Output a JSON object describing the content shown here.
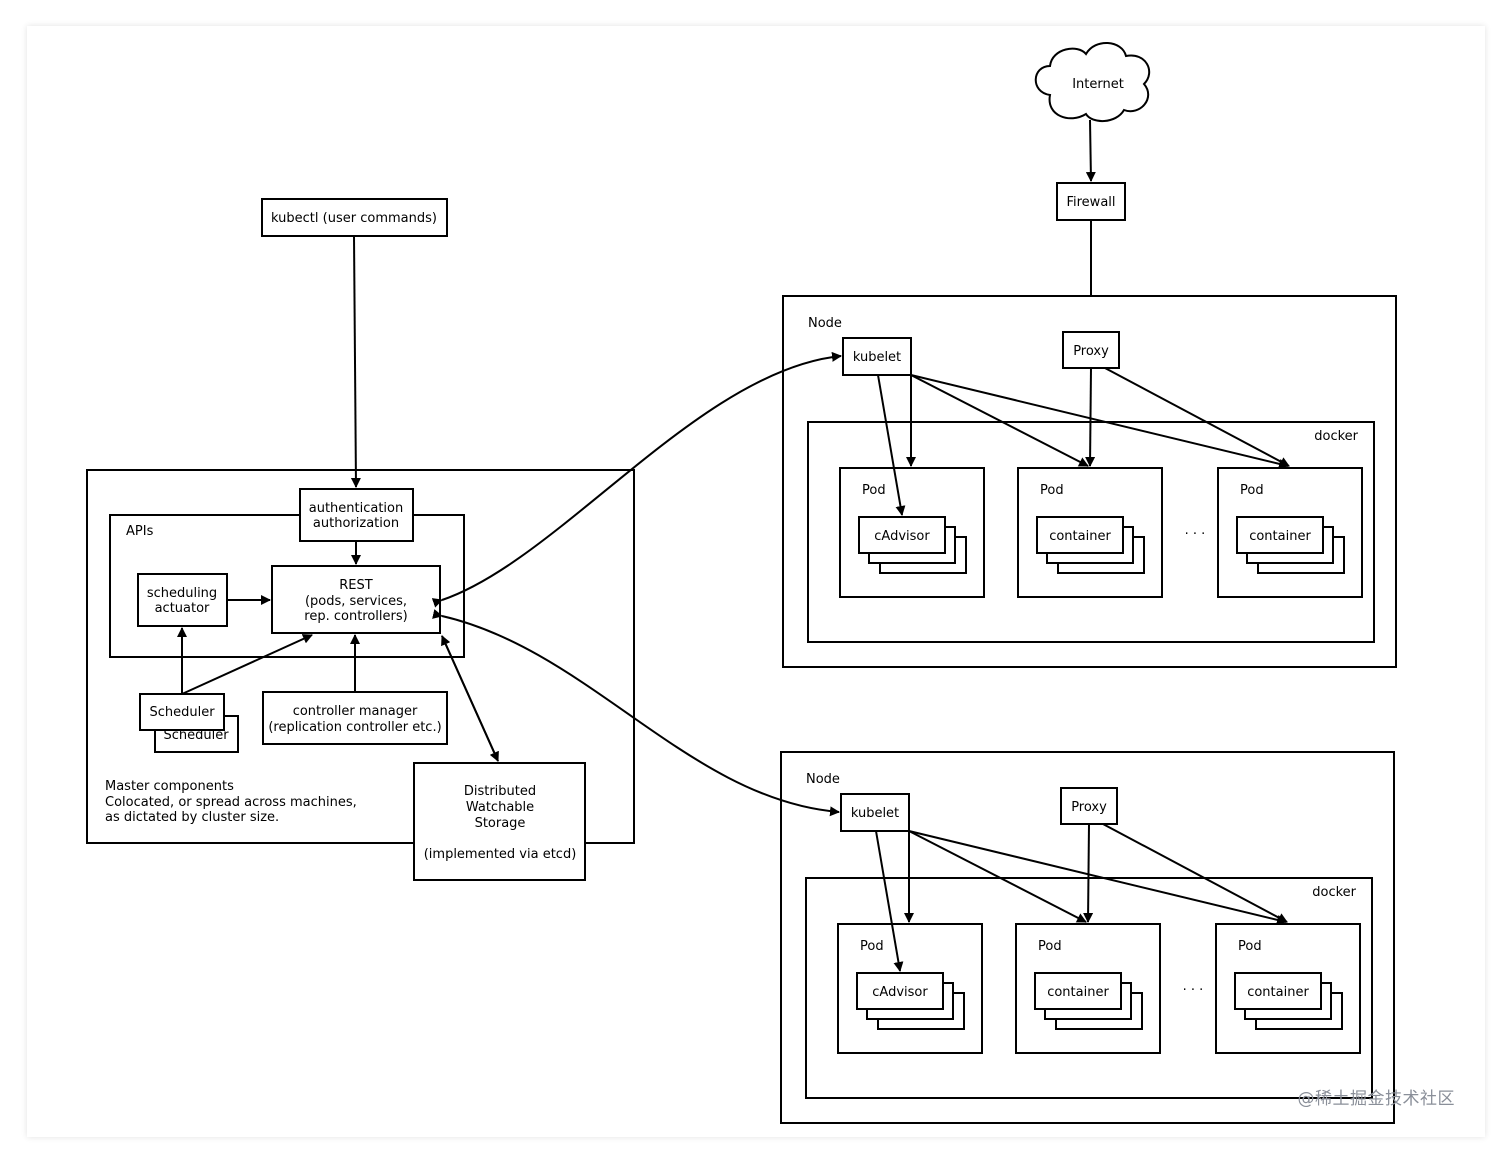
{
  "master": {
    "kubectl": "kubectl (user commands)",
    "auth_line1": "authentication",
    "auth_line2": "authorization",
    "apis": "APIs",
    "rest_line1": "REST",
    "rest_line2": "(pods, services,",
    "rest_line3": "rep. controllers)",
    "sched_act_line1": "scheduling",
    "sched_act_line2": "actuator",
    "scheduler": "Scheduler",
    "ctrl_line1": "controller manager",
    "ctrl_line2": "(replication controller etc.)",
    "desc_line1": "Master components",
    "desc_line2": "Colocated, or spread across machines,",
    "desc_line3": "as dictated by cluster size.",
    "storage_line1": "Distributed",
    "storage_line2": "Watchable",
    "storage_line3": "Storage",
    "storage_line4": "(implemented via etcd)"
  },
  "internet": "Internet",
  "firewall": "Firewall",
  "nodes": [
    {
      "label": "Node",
      "kubelet": "kubelet",
      "proxy": "Proxy",
      "docker": "docker",
      "pods": [
        {
          "label": "Pod",
          "container": "cAdvisor"
        },
        {
          "label": "Pod",
          "container": "container"
        },
        {
          "label": "Pod",
          "container": "container"
        }
      ],
      "ellipsis": "· · ·"
    },
    {
      "label": "Node",
      "kubelet": "kubelet",
      "proxy": "Proxy",
      "docker": "docker",
      "pods": [
        {
          "label": "Pod",
          "container": "cAdvisor"
        },
        {
          "label": "Pod",
          "container": "container"
        },
        {
          "label": "Pod",
          "container": "container"
        }
      ],
      "ellipsis": "· · ·"
    }
  ],
  "watermark": "@稀土掘金技术社区"
}
